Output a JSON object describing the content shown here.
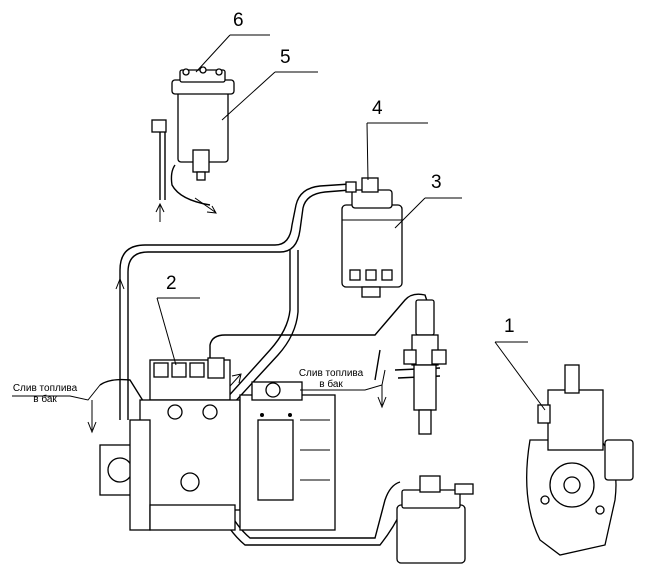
{
  "callouts": [
    {
      "id": "1",
      "label": "1"
    },
    {
      "id": "2",
      "label": "2"
    },
    {
      "id": "3",
      "label": "3"
    },
    {
      "id": "4",
      "label": "4"
    },
    {
      "id": "5",
      "label": "5"
    },
    {
      "id": "6",
      "label": "6"
    }
  ],
  "notes": {
    "drain_left": {
      "line1": "Слив топлива",
      "line2": "в бак"
    },
    "drain_right": {
      "line1": "Слив топлива",
      "line2": "в бак"
    }
  }
}
